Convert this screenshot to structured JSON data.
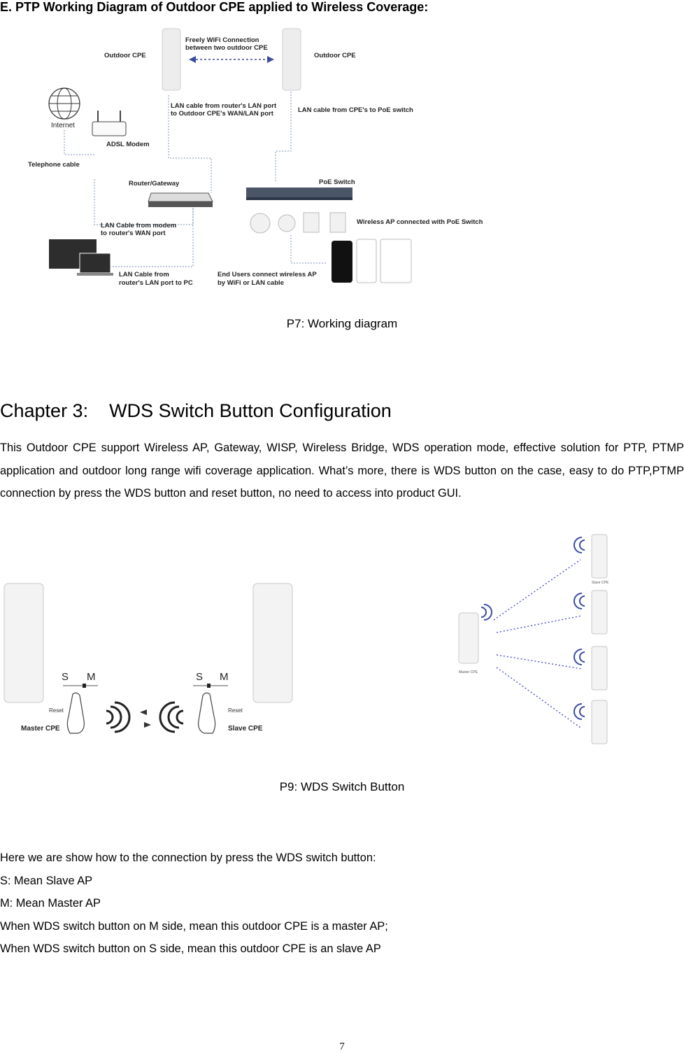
{
  "section_heading": "E. PTP Working Diagram of Outdoor CPE applied to Wireless Coverage:",
  "p7": {
    "caption": "P7: Working diagram",
    "labels": {
      "outdoor_cpe_left": "Outdoor CPE",
      "outdoor_cpe_right": "Outdoor CPE",
      "wifi_conn_1": "Freely WiFi Connection",
      "wifi_conn_2": "between two outdoor CPE",
      "internet": "Internet",
      "lan_router_1": "LAN cable from router's LAN port",
      "lan_router_2": "to Outdoor CPE's WAN/LAN port",
      "lan_cpe_poe": "LAN cable from CPE's to PoE switch",
      "adsl_modem": "ADSL Modem",
      "telephone_cable": "Telephone cable",
      "router_gateway": "Router/Gateway",
      "poe_switch": "PoE Switch",
      "wireless_ap": "Wireless AP connected with PoE Switch",
      "lan_modem_1": "LAN Cable from modem",
      "lan_modem_2": "to router's WAN port",
      "lan_pc_1": "LAN Cable from",
      "lan_pc_2": "router's LAN port to PC",
      "end_users_1": "End Users connect wireless AP",
      "end_users_2": "by WiFi or LAN cable"
    }
  },
  "chapter_title": "Chapter 3:    WDS Switch Button Configuration",
  "paragraph": "This Outdoor CPE support Wireless AP, Gateway, WISP, Wireless Bridge, WDS operation mode, effective solution for PTP, PTMP application and outdoor long range wifi coverage application. What’s more, there is WDS button on the case, easy to do PTP,PTMP connection by press the WDS button and reset button, no need to access into product GUI.",
  "p9": {
    "caption": "P9: WDS Switch Button",
    "labels": {
      "s_left": "S",
      "m_left": "M",
      "s_right": "S",
      "m_right": "M",
      "reset_left": "Reset",
      "reset_right": "Reset",
      "master_cpe": "Master CPE",
      "slave_cpe": "Slave CPE",
      "master_cpe_small": "Master CPE",
      "slave_cpe_small": "Slave CPE"
    }
  },
  "lines": [
    "Here we are show how to the connection by press the WDS switch button:",
    "S: Mean Slave AP",
    "M: Mean Master AP",
    "When WDS switch button on M side, mean this outdoor CPE is a master AP;",
    "When WDS switch button on S side, mean this outdoor CPE is an slave AP"
  ],
  "page_number": "7"
}
